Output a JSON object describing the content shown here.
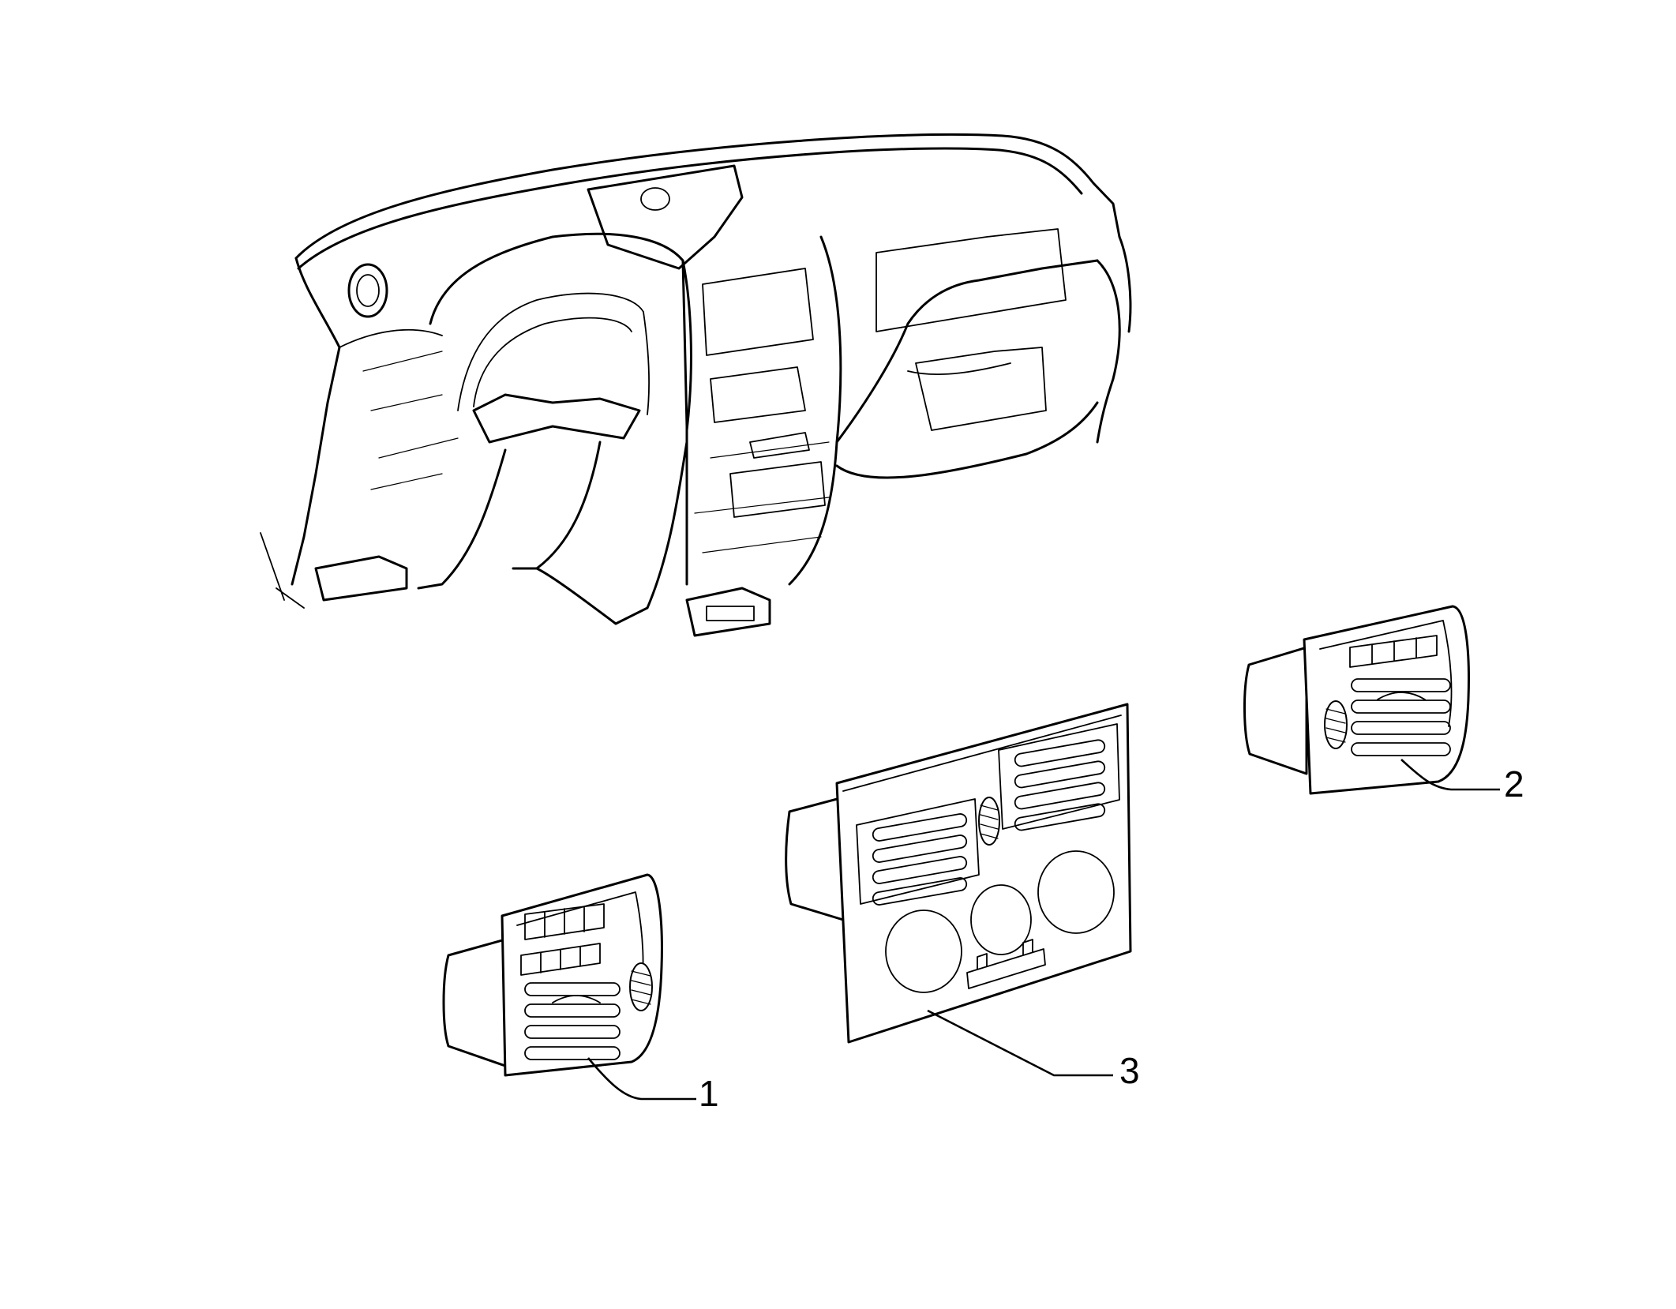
{
  "diagram": {
    "callouts": [
      {
        "id": "1",
        "label": "1"
      },
      {
        "id": "2",
        "label": "2"
      },
      {
        "id": "3",
        "label": "3"
      }
    ],
    "colors": {
      "line": "#000000",
      "background": "#ffffff"
    }
  }
}
